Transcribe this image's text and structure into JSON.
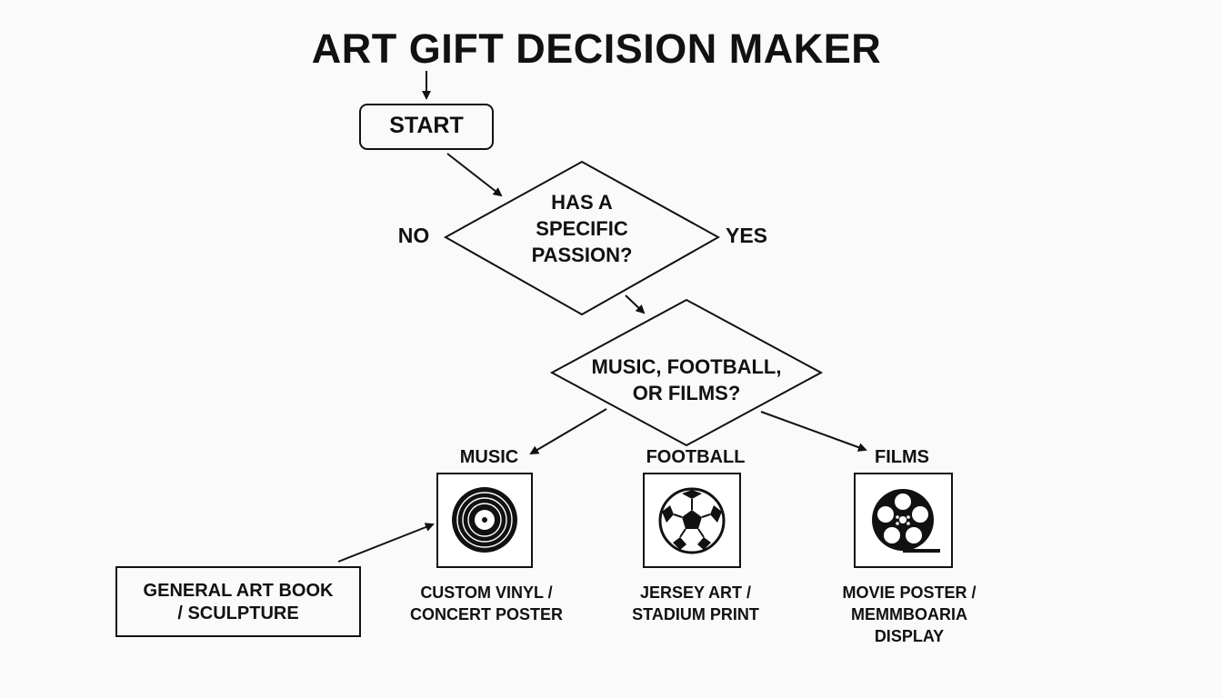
{
  "title": "ART GIFT DECISION MAKER",
  "start": "START",
  "question1": {
    "line1": "HAS A",
    "line2": "SPECIFIC",
    "line3": "PASSION?"
  },
  "no_label": "NO",
  "yes_label": "YES",
  "question2": {
    "line1": "MUSIC, FOOTBALL,",
    "line2": "OR FILMS?"
  },
  "categories": {
    "music": "MUSIC",
    "football": "FOOTBALL",
    "films": "FILMS"
  },
  "gifts": {
    "music": {
      "line1": "CUSTOM VINYL /",
      "line2": "CONCERT POSTER"
    },
    "football": {
      "line1": "JERSEY ART /",
      "line2": "STADIUM PRINT"
    },
    "films": {
      "line1": "MOVIE POSTER /",
      "line2": "MEMMBOARIA",
      "line3": "DISPLAY"
    }
  },
  "general": {
    "line1": "GENERAL ART BOOK",
    "line2": "/ SCULPTURE"
  },
  "icons": [
    "vinyl-record-icon",
    "soccer-ball-icon",
    "film-reel-icon"
  ],
  "colors": {
    "ink": "#111111",
    "background": "#fafafa"
  }
}
